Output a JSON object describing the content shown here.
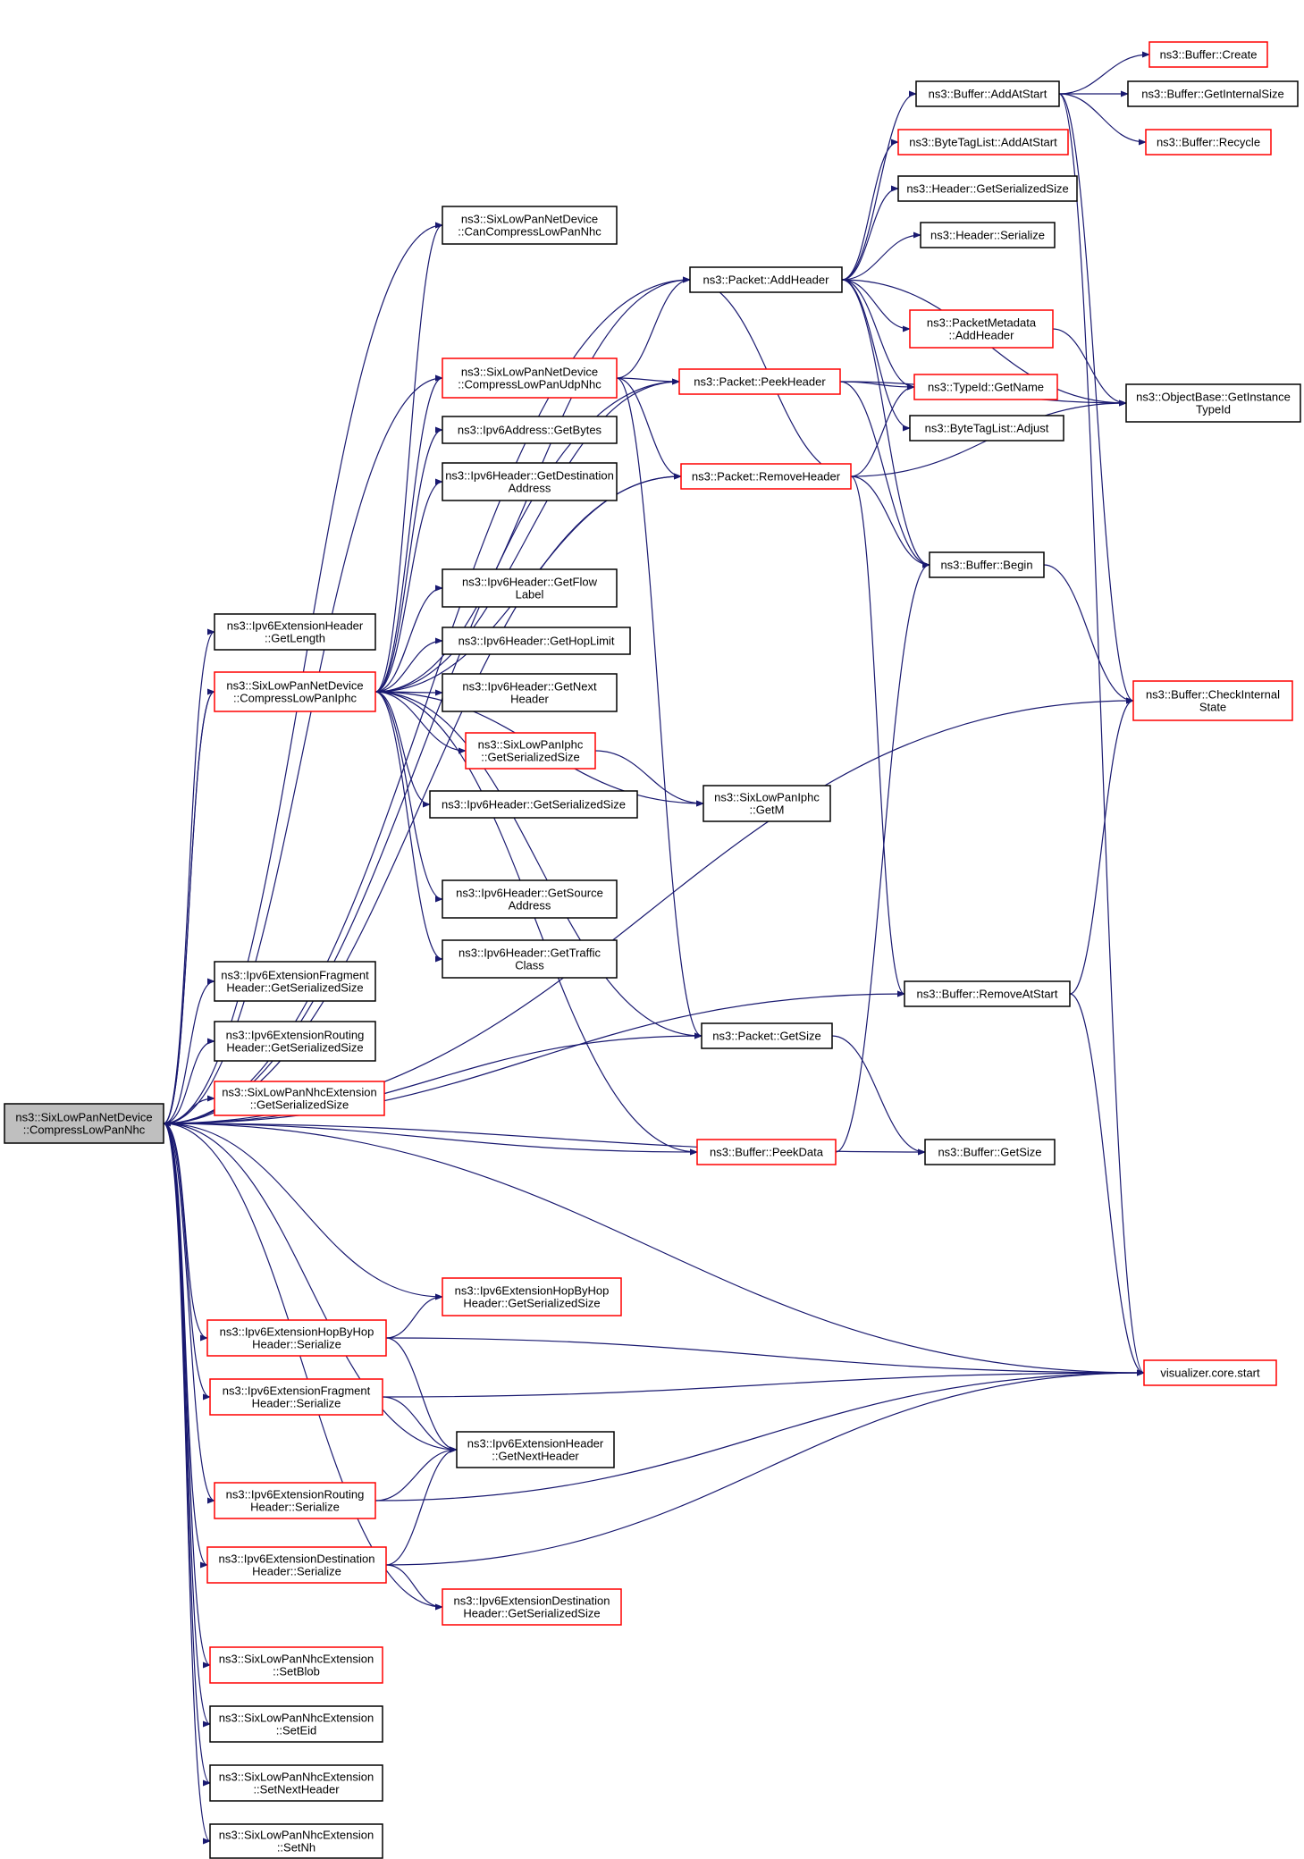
{
  "colors": {
    "edge": "#191970",
    "border_normal": "#000000",
    "border_partial": "#ff0000",
    "root_fill": "#bfbfbf",
    "node_fill": "#ffffff"
  },
  "nodes": [
    {
      "id": "root",
      "lines": [
        "ns3::SixLowPanNetDevice",
        "::CompressLowPanNhc"
      ],
      "kind": "root"
    },
    {
      "id": "getlength",
      "lines": [
        "ns3::Ipv6ExtensionHeader",
        "::GetLength"
      ],
      "kind": "normal"
    },
    {
      "id": "compressiphc",
      "lines": [
        "ns3::SixLowPanNetDevice",
        "::CompressLowPanIphc"
      ],
      "kind": "partial"
    },
    {
      "id": "cancompress",
      "lines": [
        "ns3::SixLowPanNetDevice",
        "::CanCompressLowPanNhc"
      ],
      "kind": "normal"
    },
    {
      "id": "compressudp",
      "lines": [
        "ns3::SixLowPanNetDevice",
        "::CompressLowPanUdpNhc"
      ],
      "kind": "partial"
    },
    {
      "id": "getbytes",
      "lines": [
        "ns3::Ipv6Address::GetBytes"
      ],
      "kind": "normal"
    },
    {
      "id": "getdest",
      "lines": [
        "ns3::Ipv6Header::GetDestination",
        "Address"
      ],
      "kind": "normal"
    },
    {
      "id": "getflow",
      "lines": [
        "ns3::Ipv6Header::GetFlow",
        "Label"
      ],
      "kind": "normal"
    },
    {
      "id": "gethop",
      "lines": [
        "ns3::Ipv6Header::GetHopLimit"
      ],
      "kind": "normal"
    },
    {
      "id": "getnexth",
      "lines": [
        "ns3::Ipv6Header::GetNext",
        "Header"
      ],
      "kind": "normal"
    },
    {
      "id": "iphcsize",
      "lines": [
        "ns3::SixLowPanIphc",
        "::GetSerializedSize"
      ],
      "kind": "partial"
    },
    {
      "id": "ipv6size",
      "lines": [
        "ns3::Ipv6Header::GetSerializedSize"
      ],
      "kind": "normal"
    },
    {
      "id": "getsrc",
      "lines": [
        "ns3::Ipv6Header::GetSource",
        "Address"
      ],
      "kind": "normal"
    },
    {
      "id": "gettraffic",
      "lines": [
        "ns3::Ipv6Header::GetTraffic",
        "Class"
      ],
      "kind": "normal"
    },
    {
      "id": "fragsize",
      "lines": [
        "ns3::Ipv6ExtensionFragment",
        "Header::GetSerializedSize"
      ],
      "kind": "normal"
    },
    {
      "id": "routsize",
      "lines": [
        "ns3::Ipv6ExtensionRouting",
        "Header::GetSerializedSize"
      ],
      "kind": "normal"
    },
    {
      "id": "nhcextsize",
      "lines": [
        "ns3::SixLowPanNhcExtension",
        "::GetSerializedSize"
      ],
      "kind": "partial"
    },
    {
      "id": "hbhser",
      "lines": [
        "ns3::Ipv6ExtensionHopByHop",
        "Header::Serialize"
      ],
      "kind": "partial"
    },
    {
      "id": "fragser",
      "lines": [
        "ns3::Ipv6ExtensionFragment",
        "Header::Serialize"
      ],
      "kind": "partial"
    },
    {
      "id": "routser",
      "lines": [
        "ns3::Ipv6ExtensionRouting",
        "Header::Serialize"
      ],
      "kind": "partial"
    },
    {
      "id": "destser",
      "lines": [
        "ns3::Ipv6ExtensionDestination",
        "Header::Serialize"
      ],
      "kind": "partial"
    },
    {
      "id": "setblob",
      "lines": [
        "ns3::SixLowPanNhcExtension",
        "::SetBlob"
      ],
      "kind": "partial"
    },
    {
      "id": "seteid",
      "lines": [
        "ns3::SixLowPanNhcExtension",
        "::SetEid"
      ],
      "kind": "normal"
    },
    {
      "id": "setnexth",
      "lines": [
        "ns3::SixLowPanNhcExtension",
        "::SetNextHeader"
      ],
      "kind": "normal"
    },
    {
      "id": "setnh",
      "lines": [
        "ns3::SixLowPanNhcExtension",
        "::SetNh"
      ],
      "kind": "normal"
    },
    {
      "id": "hbhsize",
      "lines": [
        "ns3::Ipv6ExtensionHopByHop",
        "Header::GetSerializedSize"
      ],
      "kind": "partial"
    },
    {
      "id": "extnexth",
      "lines": [
        "ns3::Ipv6ExtensionHeader",
        "::GetNextHeader"
      ],
      "kind": "normal"
    },
    {
      "id": "destsize",
      "lines": [
        "ns3::Ipv6ExtensionDestination",
        "Header::GetSerializedSize"
      ],
      "kind": "partial"
    },
    {
      "id": "addheader",
      "lines": [
        "ns3::Packet::AddHeader"
      ],
      "kind": "normal"
    },
    {
      "id": "peekheader",
      "lines": [
        "ns3::Packet::PeekHeader"
      ],
      "kind": "partial"
    },
    {
      "id": "removeheader",
      "lines": [
        "ns3::Packet::RemoveHeader"
      ],
      "kind": "partial"
    },
    {
      "id": "getm",
      "lines": [
        "ns3::SixLowPanIphc",
        "::GetM"
      ],
      "kind": "normal"
    },
    {
      "id": "pktsize",
      "lines": [
        "ns3::Packet::GetSize"
      ],
      "kind": "normal"
    },
    {
      "id": "peekdata",
      "lines": [
        "ns3::Buffer::PeekData"
      ],
      "kind": "partial"
    },
    {
      "id": "addatstart",
      "lines": [
        "ns3::Buffer::AddAtStart"
      ],
      "kind": "normal"
    },
    {
      "id": "btladdatstart",
      "lines": [
        "ns3::ByteTagList::AddAtStart"
      ],
      "kind": "partial"
    },
    {
      "id": "hdrsersize",
      "lines": [
        "ns3::Header::GetSerializedSize"
      ],
      "kind": "normal"
    },
    {
      "id": "hdrser",
      "lines": [
        "ns3::Header::Serialize"
      ],
      "kind": "normal"
    },
    {
      "id": "pmaddheader",
      "lines": [
        "ns3::PacketMetadata",
        "::AddHeader"
      ],
      "kind": "partial"
    },
    {
      "id": "typeidname",
      "lines": [
        "ns3::TypeId::GetName"
      ],
      "kind": "partial"
    },
    {
      "id": "btladjust",
      "lines": [
        "ns3::ByteTagList::Adjust"
      ],
      "kind": "normal"
    },
    {
      "id": "bufbegin",
      "lines": [
        "ns3::Buffer::Begin"
      ],
      "kind": "normal"
    },
    {
      "id": "removeatstart",
      "lines": [
        "ns3::Buffer::RemoveAtStart"
      ],
      "kind": "normal"
    },
    {
      "id": "bufsize",
      "lines": [
        "ns3::Buffer::GetSize"
      ],
      "kind": "normal"
    },
    {
      "id": "bufcreate",
      "lines": [
        "ns3::Buffer::Create"
      ],
      "kind": "partial"
    },
    {
      "id": "internalsize",
      "lines": [
        "ns3::Buffer::GetInternalSize"
      ],
      "kind": "normal"
    },
    {
      "id": "recycle",
      "lines": [
        "ns3::Buffer::Recycle"
      ],
      "kind": "partial"
    },
    {
      "id": "objtypeid",
      "lines": [
        "ns3::ObjectBase::GetInstance",
        "TypeId"
      ],
      "kind": "normal"
    },
    {
      "id": "checkinternal",
      "lines": [
        "ns3::Buffer::CheckInternal",
        "State"
      ],
      "kind": "partial"
    },
    {
      "id": "vizstart",
      "lines": [
        "visualizer.core.start"
      ],
      "kind": "partial"
    }
  ]
}
